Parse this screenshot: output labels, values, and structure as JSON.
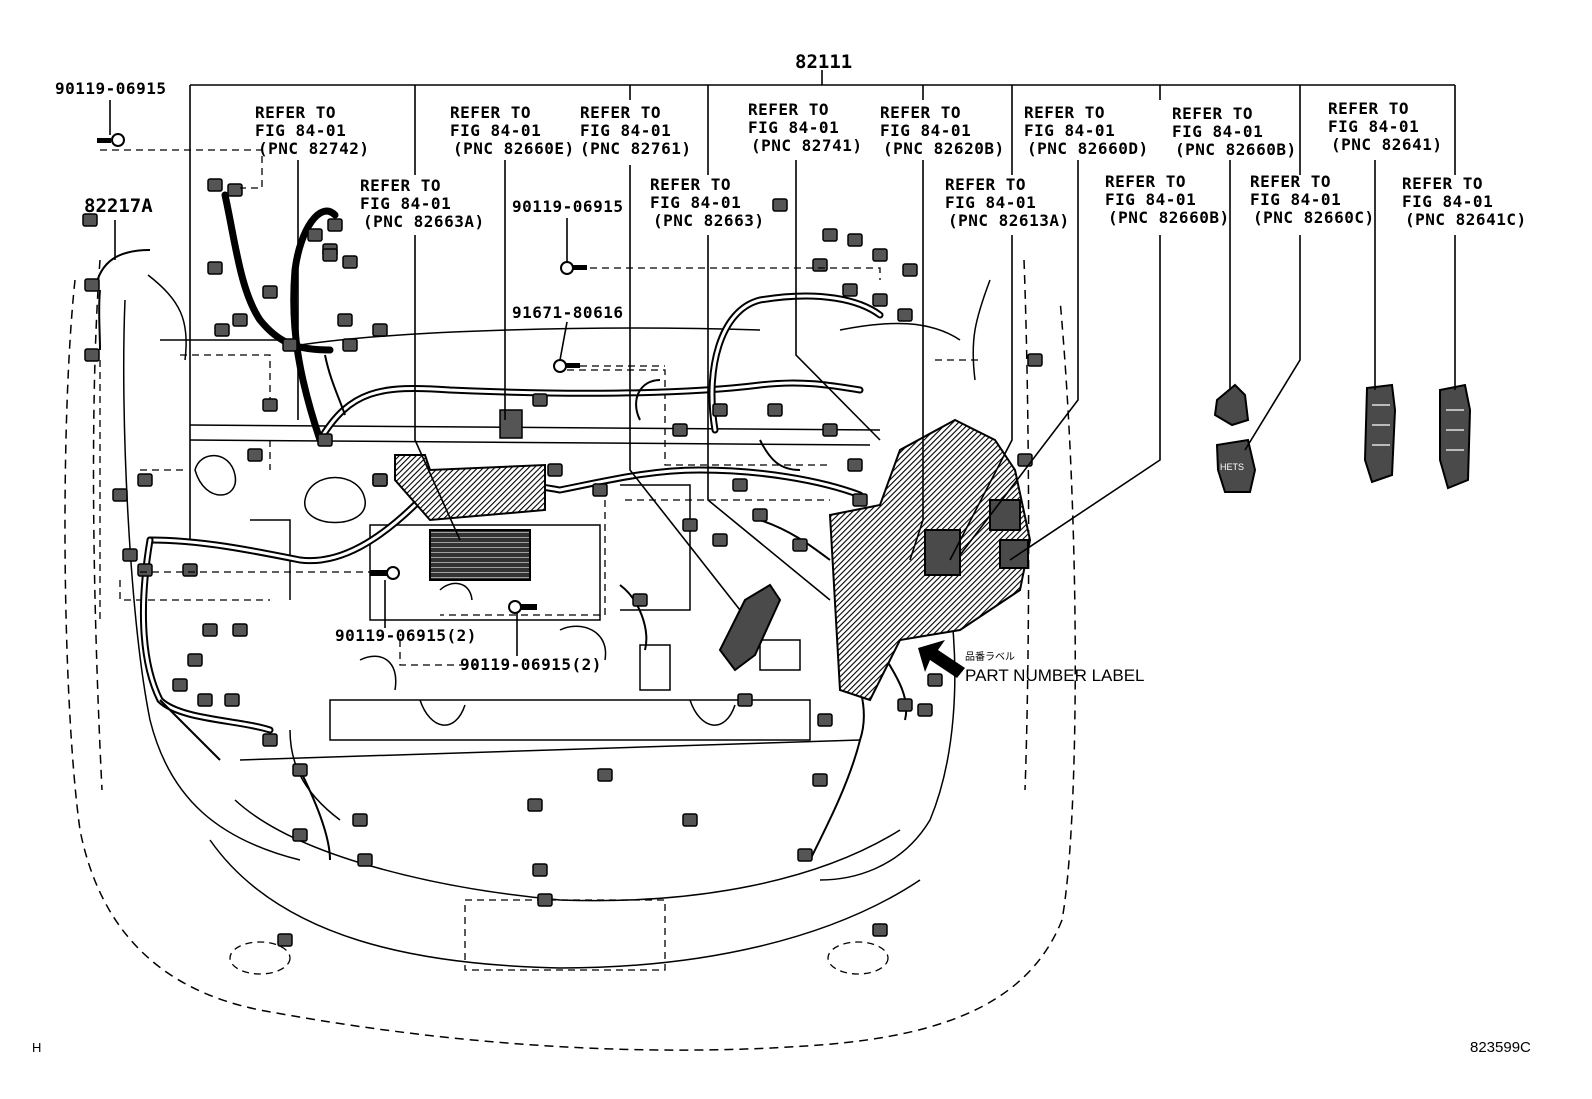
{
  "main_part": "82111",
  "callouts": {
    "c82742": {
      "l1": "REFER TO",
      "l2": "FIG 84-01",
      "l3": "(PNC 82742)"
    },
    "c82663A": {
      "l1": "REFER TO",
      "l2": "FIG 84-01",
      "l3": "(PNC 82663A)"
    },
    "c82660E": {
      "l1": "REFER TO",
      "l2": "FIG 84-01",
      "l3": "(PNC 82660E)"
    },
    "c82761": {
      "l1": "REFER TO",
      "l2": "FIG 84-01",
      "l3": "(PNC 82761)"
    },
    "c82663": {
      "l1": "REFER TO",
      "l2": "FIG 84-01",
      "l3": "(PNC 82663)"
    },
    "c82741": {
      "l1": "REFER TO",
      "l2": "FIG 84-01",
      "l3": "(PNC 82741)"
    },
    "c82620B": {
      "l1": "REFER TO",
      "l2": "FIG 84-01",
      "l3": "(PNC 82620B)"
    },
    "c82613A": {
      "l1": "REFER TO",
      "l2": "FIG 84-01",
      "l3": "(PNC 82613A)"
    },
    "c82660D": {
      "l1": "REFER TO",
      "l2": "FIG 84-01",
      "l3": "(PNC 82660D)"
    },
    "c82660B_a": {
      "l1": "REFER TO",
      "l2": "FIG 84-01",
      "l3": "(PNC 82660B)"
    },
    "c82660B_b": {
      "l1": "REFER TO",
      "l2": "FIG 84-01",
      "l3": "(PNC 82660B)"
    },
    "c82660C": {
      "l1": "REFER TO",
      "l2": "FIG 84-01",
      "l3": "(PNC 82660C)"
    },
    "c82641": {
      "l1": "REFER TO",
      "l2": "FIG 84-01",
      "l3": "(PNC 82641)"
    },
    "c82641C": {
      "l1": "REFER TO",
      "l2": "FIG 84-01",
      "l3": "(PNC 82641C)"
    }
  },
  "parts": {
    "bolt_top_left": "90119-06915",
    "part_82217A": "82217A",
    "bolt_center": "90119-06915",
    "clip_91671": "91671-80616",
    "bolt_left_qty": "90119-06915(2)",
    "bolt_center_qty": "90119-06915(2)"
  },
  "part_number_label": {
    "jp": "品番ラベル",
    "en": "PART NUMBER LABEL"
  },
  "corner_left": "H",
  "diagram_id": "823599C"
}
